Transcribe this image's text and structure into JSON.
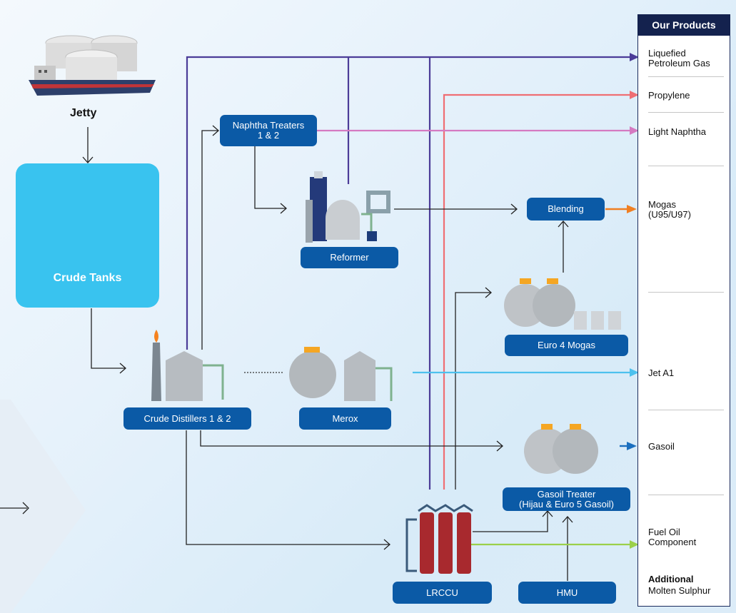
{
  "labels": {
    "jetty": "Jetty",
    "crude_tanks": "Crude Tanks"
  },
  "units": {
    "naphtha_treaters_l1": "Naphtha Treaters",
    "naphtha_treaters_l2": "1 & 2",
    "reformer": "Reformer",
    "blending": "Blending",
    "euro4_mogas": "Euro 4 Mogas",
    "crude_distillers": "Crude Distillers 1 & 2",
    "merox": "Merox",
    "gasoil_treater_l1": "Gasoil Treater",
    "gasoil_treater_l2": "(Hijau & Euro 5 Gasoil)",
    "lrccu": "LRCCU",
    "hmu": "HMU"
  },
  "products": {
    "header": "Our Products",
    "lpg_l1": "Liquefied",
    "lpg_l2": "Petroleum Gas",
    "propylene": "Propylene",
    "light_naphtha": "Light Naphtha",
    "mogas_l1": "Mogas",
    "mogas_l2": "(U95/U97)",
    "jet_a1": "Jet A1",
    "gasoil": "Gasoil",
    "fuel_oil_l1": "Fuel Oil",
    "fuel_oil_l2": "Component",
    "additional": "Additional",
    "molten_sulphur": "Molten Sulphur"
  },
  "colors": {
    "unit_box": "#0b5aa6",
    "crude_card": "#39c3ef",
    "panel_header": "#14224e",
    "lpg_line": "#4b3c98",
    "propylene_line": "#ef6e73",
    "light_naphtha_line": "#d57ac1",
    "mogas_arrow": "#f07f22",
    "jet_a1_line": "#4dc1ee",
    "gasoil_arrow": "#1b6fbf",
    "fuel_oil_line": "#9bd04a"
  }
}
